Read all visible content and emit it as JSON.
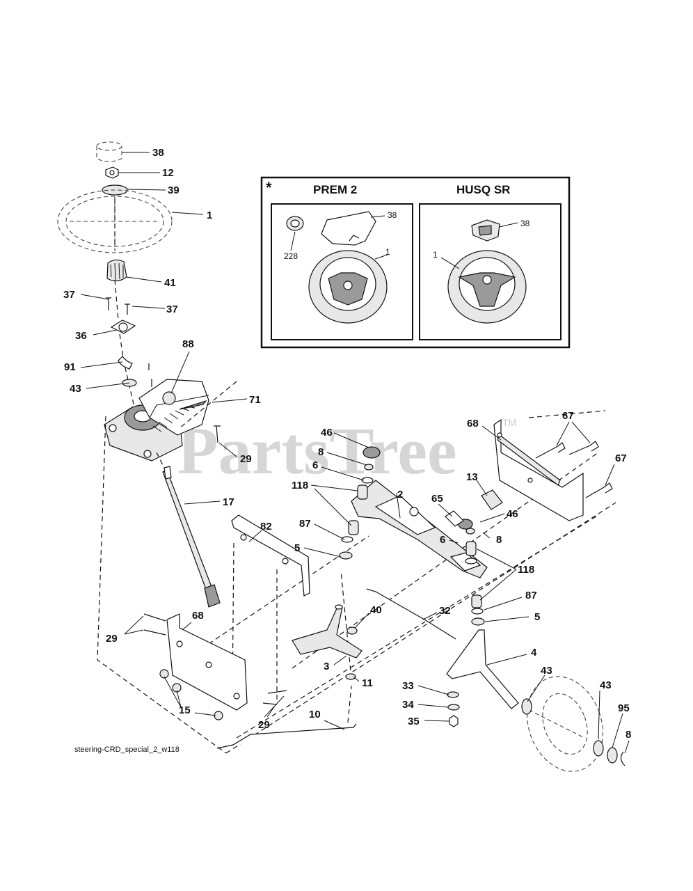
{
  "inset": {
    "marker": "*",
    "left_title": "PREM 2",
    "right_title": "HUSQ SR",
    "left_callouts": [
      "228",
      "38",
      "1"
    ],
    "right_callouts": [
      "38",
      "1"
    ]
  },
  "watermark": {
    "text": "PartsTree",
    "trademark": "TM"
  },
  "caption": "steering-CRD_special_2_w118",
  "callouts": [
    "38",
    "12",
    "39",
    "1",
    "41",
    "37",
    "37",
    "36",
    "91",
    "88",
    "43",
    "71",
    "29",
    "17",
    "82",
    "5",
    "87",
    "118",
    "6",
    "8",
    "46",
    "2",
    "65",
    "13",
    "46",
    "8",
    "6",
    "118",
    "68",
    "67",
    "67",
    "87",
    "5",
    "4",
    "43",
    "43",
    "95",
    "8",
    "32",
    "40",
    "3",
    "11",
    "33",
    "34",
    "35",
    "10",
    "68",
    "29",
    "15",
    "29"
  ]
}
